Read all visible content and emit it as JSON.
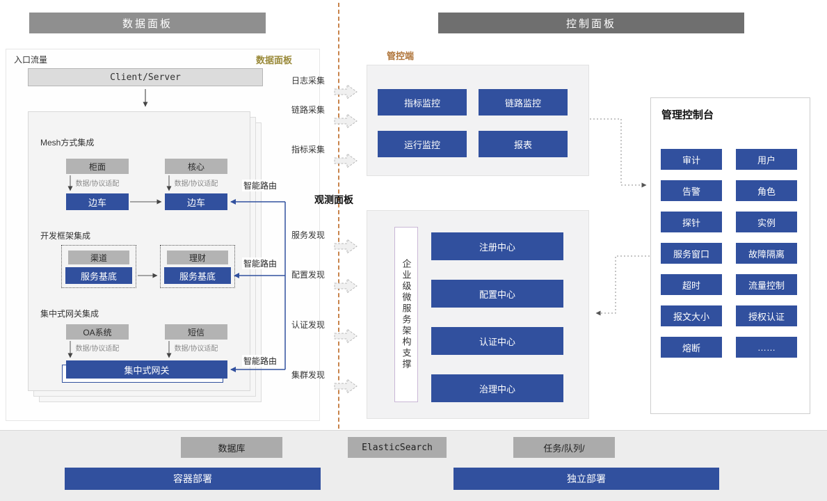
{
  "headers": {
    "data_panel": "数据面板",
    "control_panel": "控制面板"
  },
  "data_panel": {
    "entry_label": "入口流量",
    "accent_label": "数据面板",
    "client_server": "Client/Server",
    "smart_route_label": "智能路由",
    "adapter_label": "数据/协议适配",
    "mesh_section": {
      "title": "Mesh方式集成",
      "left_app": "柜面",
      "right_app": "核心",
      "sidecar": "边车"
    },
    "framework_section": {
      "title": "开发框架集成",
      "left_app": "渠道",
      "right_app": "理财",
      "base": "服务基底"
    },
    "gateway_section": {
      "title": "集中式网关集成",
      "left_app": "OA系统",
      "right_app": "短信",
      "gateway": "集中式网关"
    }
  },
  "middle": {
    "collect_labels": [
      "日志采集",
      "链路采集",
      "指标采集"
    ],
    "observe_title": "观测面板",
    "discover_labels": [
      "服务发现",
      "配置发现",
      "认证发现",
      "集群发现"
    ]
  },
  "control_side": {
    "label": "管控端",
    "monitor_buttons": [
      "指标监控",
      "链路监控",
      "运行监控",
      "报表"
    ],
    "support_vertical": "企业级微服务架构支撑",
    "center_buttons": [
      "注册中心",
      "配置中心",
      "认证中心",
      "治理中心"
    ]
  },
  "console": {
    "title": "管理控制台",
    "buttons": [
      "审计",
      "用户",
      "告警",
      "角色",
      "探针",
      "实例",
      "服务窗口",
      "故障隔离",
      "超时",
      "流量控制",
      "报文大小",
      "授权认证",
      "熔断",
      "……"
    ]
  },
  "footer": {
    "db": "数据库",
    "es": "ElasticSearch",
    "queue": "任务/队列/",
    "container_deploy": "容器部署",
    "standalone_deploy": "独立部署"
  },
  "colors": {
    "blue": "#31509e",
    "divider": "#c8834b",
    "accent_gold": "#9a8a3a",
    "accent_orange": "#b0763c"
  }
}
